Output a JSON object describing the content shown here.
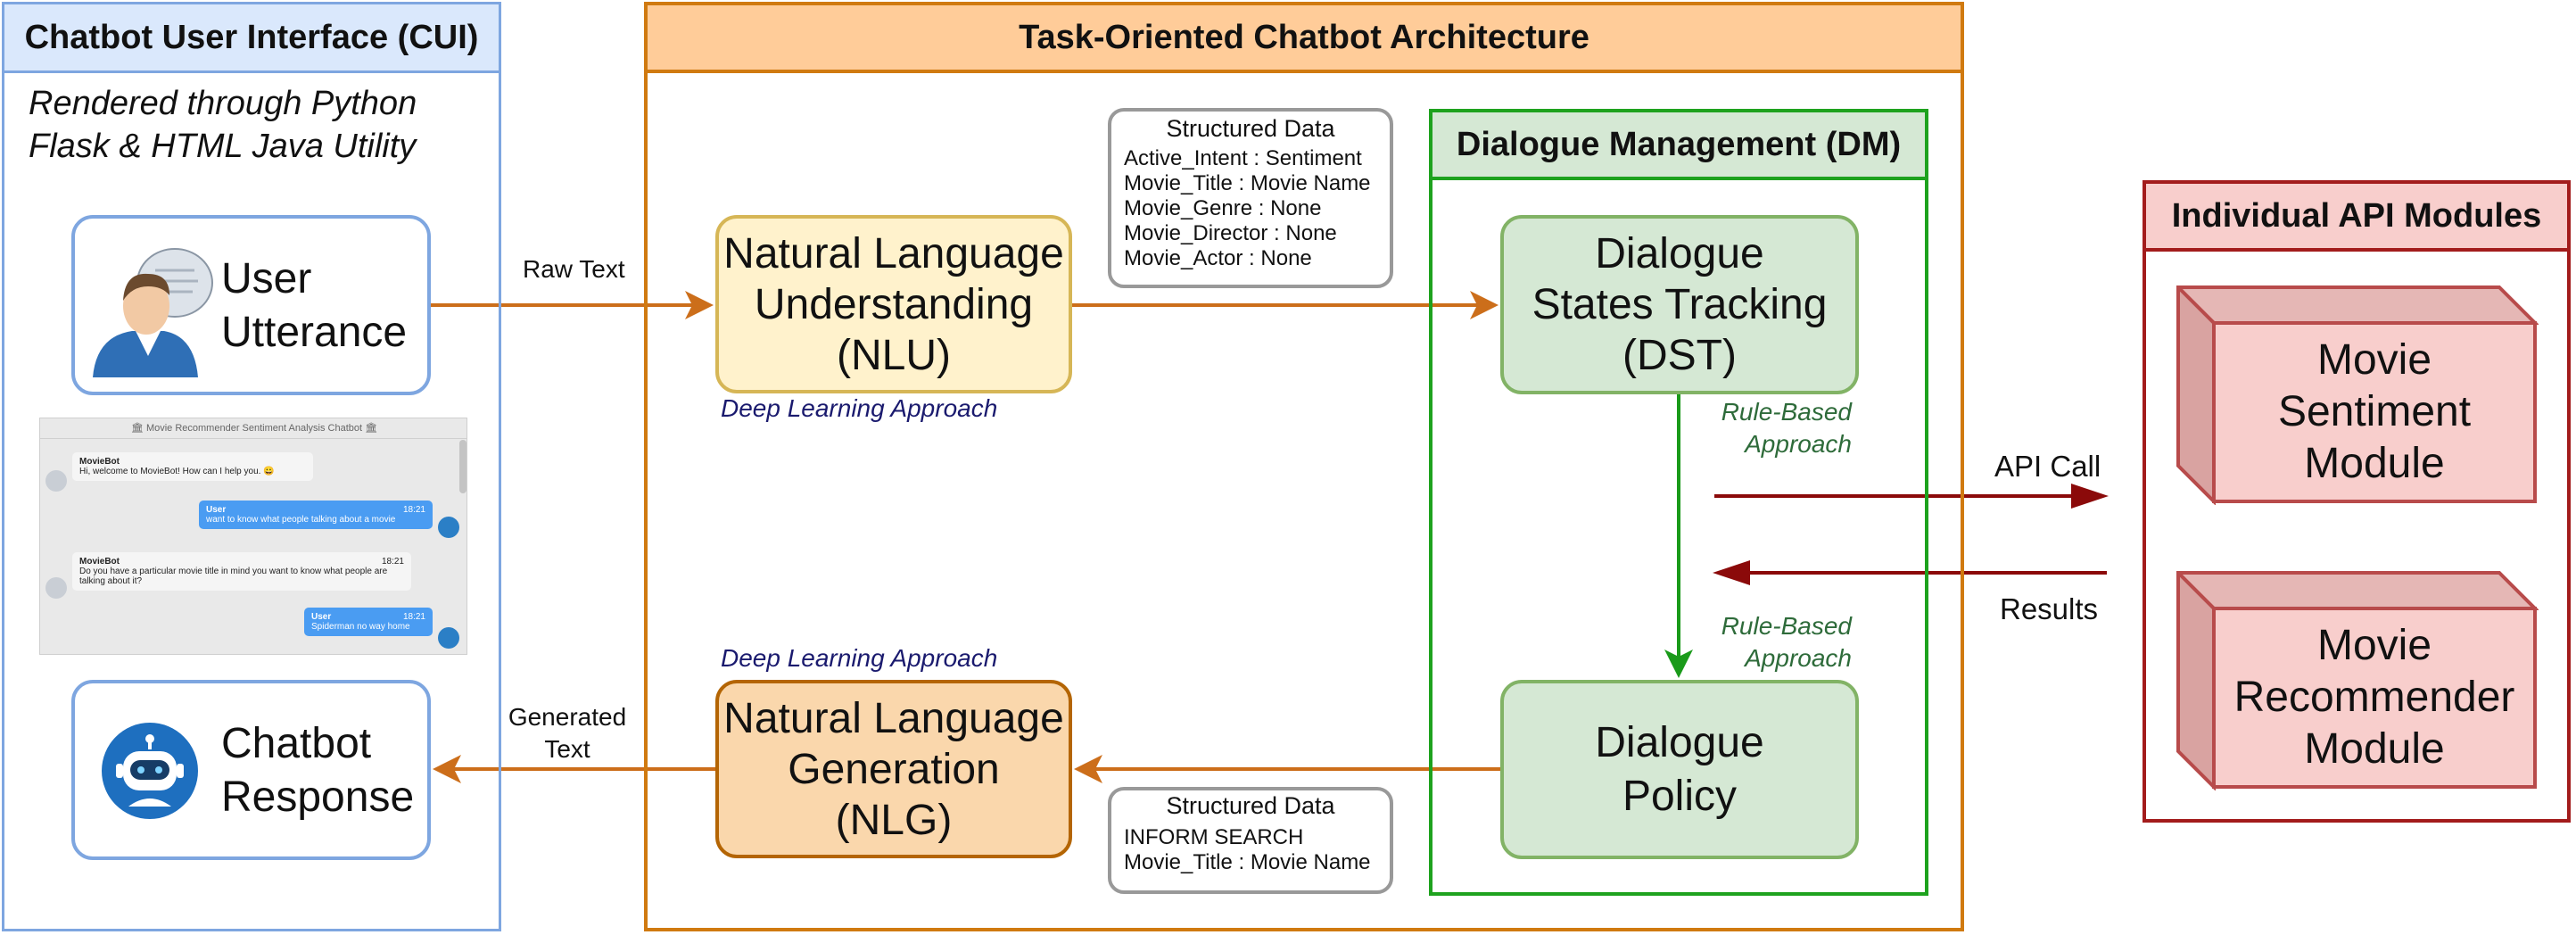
{
  "cui": {
    "title": "Chatbot User Interface (CUI)",
    "subtitle_line1": "Rendered through Python",
    "subtitle_line2": "Flask & HTML Java Utility",
    "user_utterance": [
      "User",
      "Utterance"
    ],
    "chatbot_response": [
      "Chatbot",
      "Response"
    ],
    "chat": {
      "title": "🏛 Movie Recommender Sentiment Analysis Chatbot 🏛",
      "messages": [
        {
          "sender": "MovieBot",
          "time": "",
          "text": "Hi, welcome to MovieBot! How can I help you. 😀"
        },
        {
          "sender": "User",
          "time": "18:21",
          "text": "want to know what people talking about a movie"
        },
        {
          "sender": "MovieBot",
          "time": "18:21",
          "text": "Do you have a particular movie title in mind you want to know what people are talking about it?"
        },
        {
          "sender": "User",
          "time": "18:21",
          "text": "Spiderman no way home"
        }
      ]
    }
  },
  "arch": {
    "title": "Task-Oriented Chatbot Architecture",
    "nlu": [
      "Natural Language",
      "Understanding",
      "(NLU)"
    ],
    "nlg": [
      "Natural Language",
      "Generation",
      "(NLG)"
    ],
    "nlu_approach": "Deep Learning Approach",
    "nlg_approach": "Deep Learning Approach",
    "structured_data_top": {
      "title": "Structured Data",
      "lines": [
        "Active_Intent : Sentiment",
        "Movie_Title : Movie Name",
        "Movie_Genre : None",
        "Movie_Director : None",
        "Movie_Actor : None"
      ]
    },
    "structured_data_bottom": {
      "title": "Structured Data",
      "lines": [
        "INFORM SEARCH",
        "Movie_Title : Movie Name"
      ]
    }
  },
  "dm": {
    "title": "Dialogue Management (DM)",
    "dst": [
      "Dialogue",
      "States Tracking",
      "(DST)"
    ],
    "policy": [
      "Dialogue",
      "Policy"
    ],
    "dst_approach": [
      "Rule-Based",
      "Approach"
    ],
    "policy_approach": [
      "Rule-Based",
      "Approach"
    ]
  },
  "api": {
    "title": "Individual API Modules",
    "module1": [
      "Movie",
      "Sentiment",
      "Module"
    ],
    "module2": [
      "Movie",
      "Recommender",
      "Module"
    ]
  },
  "flows": {
    "raw_text": "Raw Text",
    "generated_text": [
      "Generated",
      "Text"
    ],
    "api_call": "API Call",
    "results": "Results"
  },
  "colors": {
    "cui_border": "#7ea6e0",
    "cui_fill": "#dae8fc",
    "arch_border": "#d07a10",
    "arch_fill": "#ffcc99",
    "dm_border": "#1ea21e",
    "dm_fill": "#d5e8d4",
    "api_border": "#a31c1c",
    "api_fill": "#f8cecc",
    "flow_orange": "#cc6e1a",
    "flow_red": "#8b0a0a"
  }
}
